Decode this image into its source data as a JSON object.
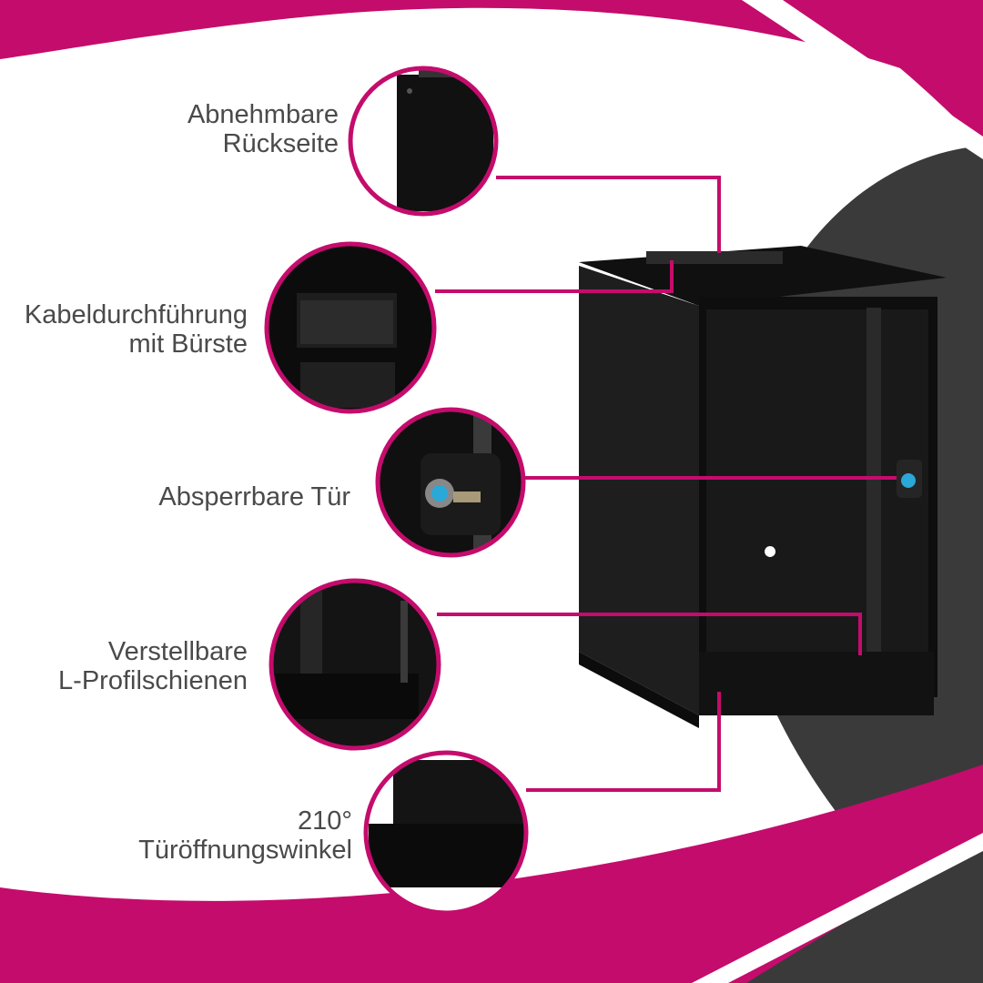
{
  "colors": {
    "accent": "#c40c6c",
    "dark": "#3a3a3a",
    "cabinet": "#151515",
    "text": "#4a4a4a"
  },
  "features": [
    {
      "line1": "Abnehmbare",
      "line2": "Rückseite"
    },
    {
      "line1": "Kabeldurchführung",
      "line2": "mit Bürste"
    },
    {
      "line1": "Absperrbare Tür",
      "line2": ""
    },
    {
      "line1": "Verstellbare",
      "line2": "L-Profilschienen"
    },
    {
      "line1": "210°",
      "line2": "Türöffnungswinkel"
    }
  ]
}
